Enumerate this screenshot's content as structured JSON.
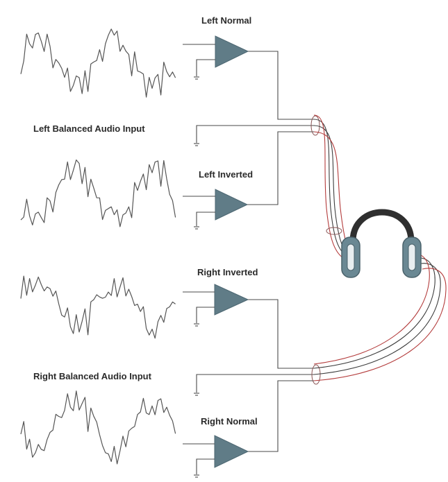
{
  "labels": {
    "left_normal": "Left Normal",
    "left_balanced_input": "Left Balanced Audio Input",
    "left_inverted": "Left Inverted",
    "right_inverted": "Right Inverted",
    "right_balanced_input": "Right Balanced Audio Input",
    "right_normal": "Right Normal"
  },
  "colors": {
    "amplifier": "#607c87",
    "headphone_band": "#2f2f2f",
    "earcup": "#6a8893",
    "wire": "#4a4a4a",
    "cable_red": "#b33a3a"
  },
  "icons": {
    "amplifier": "triangle-amplifier-icon",
    "ground": "ground-symbol-icon",
    "headphones": "headphones-icon"
  }
}
